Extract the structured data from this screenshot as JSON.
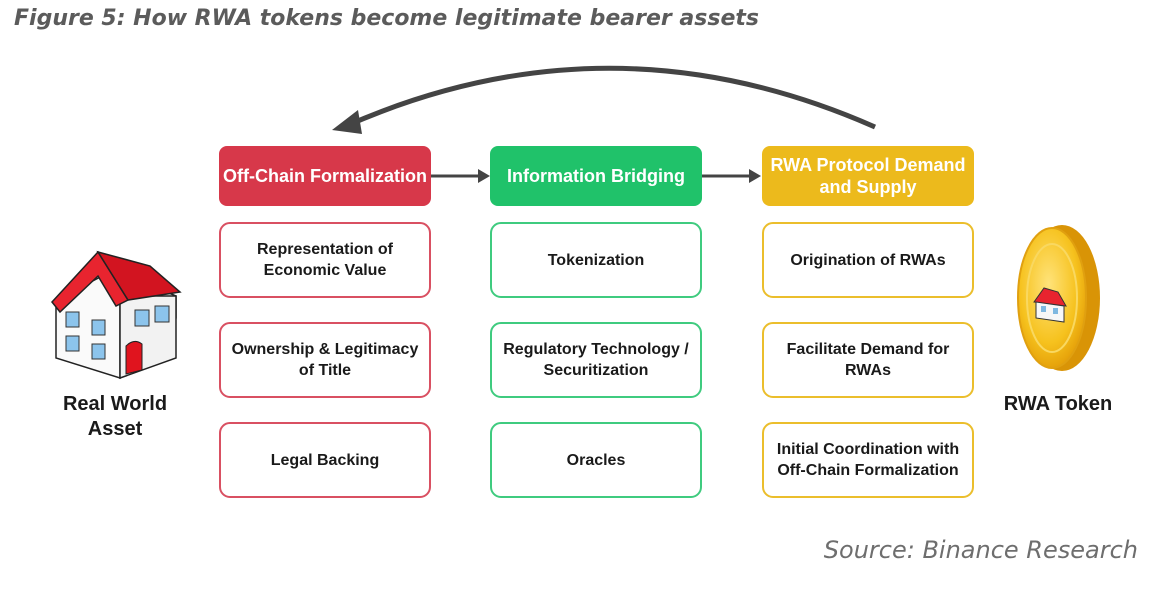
{
  "figure": {
    "title": "Figure 5: How RWA tokens become legitimate bearer assets",
    "source": "Source: Binance Research"
  },
  "left_entity": {
    "label": "Real World Asset",
    "icon": "house-icon"
  },
  "right_entity": {
    "label": "RWA Token",
    "icon": "gold-coin-icon"
  },
  "columns": [
    {
      "header": "Off-Chain Formalization",
      "color": "#d7384a",
      "items": [
        "Representation of Economic Value",
        "Ownership & Legitimacy of Title",
        "Legal Backing"
      ]
    },
    {
      "header": "Information Bridging",
      "color": "#20c26a",
      "items": [
        "Tokenization",
        "Regulatory Technology / Securitization",
        "Oracles"
      ]
    },
    {
      "header": "RWA Protocol Demand and Supply",
      "color": "#ecba1c",
      "items": [
        "Origination of RWAs",
        "Facilitate Demand for RWAs",
        "Initial Coordination with Off-Chain Formalization"
      ]
    }
  ]
}
